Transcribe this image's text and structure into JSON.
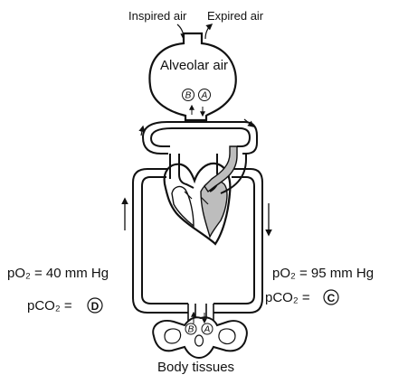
{
  "labels": {
    "inspired_air": "Inspired air",
    "expired_air": "Expired air",
    "alveolar_air": "Alveolar air",
    "body_tissues": "Body tissues"
  },
  "circles": {
    "alveolus_b": "B",
    "alveolus_a": "A",
    "tissue_b": "B",
    "tissue_a": "A"
  },
  "left_values": {
    "po2": "pO₂ = 40 mm Hg",
    "pco2_prefix": "pCO₂ =",
    "pco2_symbol": "D"
  },
  "right_values": {
    "po2": "pO₂ = 95 mm Hg",
    "pco2_prefix": "pCO₂ =",
    "pco2_symbol": "C"
  },
  "colors": {
    "line": "#111111",
    "vessel_fill": "#ffffff",
    "oxygenated_shade": "#bdbdbd"
  }
}
